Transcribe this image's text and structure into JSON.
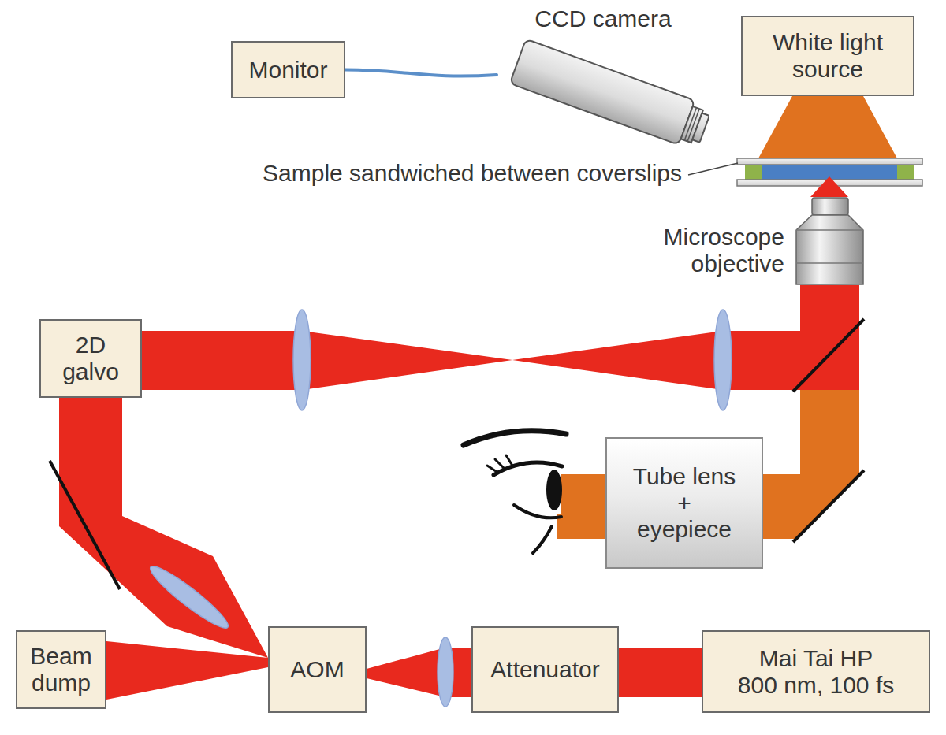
{
  "diagram": {
    "nodes": [
      {
        "text": [
          "Monitor"
        ]
      },
      {
        "text": [
          "CCD camera"
        ]
      },
      {
        "text": [
          "White light source"
        ]
      },
      {
        "text": [
          "Microscope objective"
        ]
      },
      {
        "text": [
          "2D galvo"
        ]
      },
      {
        "text": [
          "Tube lens + eyepiece"
        ]
      },
      {
        "text": [
          "Beam dump"
        ]
      },
      {
        "text": [
          "AOM"
        ]
      },
      {
        "text": [
          "Attenuator"
        ]
      },
      {
        "text": [
          "Mai Tai HP",
          "800 nm, 100 fs"
        ]
      }
    ],
    "edges": [
      {
        "from": 0,
        "to": 1,
        "arrow": "none"
      },
      {
        "from": 3,
        "to": 5,
        "arrow": "none"
      },
      {
        "from": 4,
        "to": 3,
        "arrow": "none"
      },
      {
        "from": 7,
        "to": 4,
        "arrow": "none"
      },
      {
        "from": 7,
        "to": 6,
        "arrow": "none"
      },
      {
        "from": 8,
        "to": 7,
        "arrow": "none"
      },
      {
        "from": 9,
        "to": 8,
        "arrow": "none"
      }
    ],
    "labels": [
      "Sample sandwiched between coverslips"
    ]
  }
}
